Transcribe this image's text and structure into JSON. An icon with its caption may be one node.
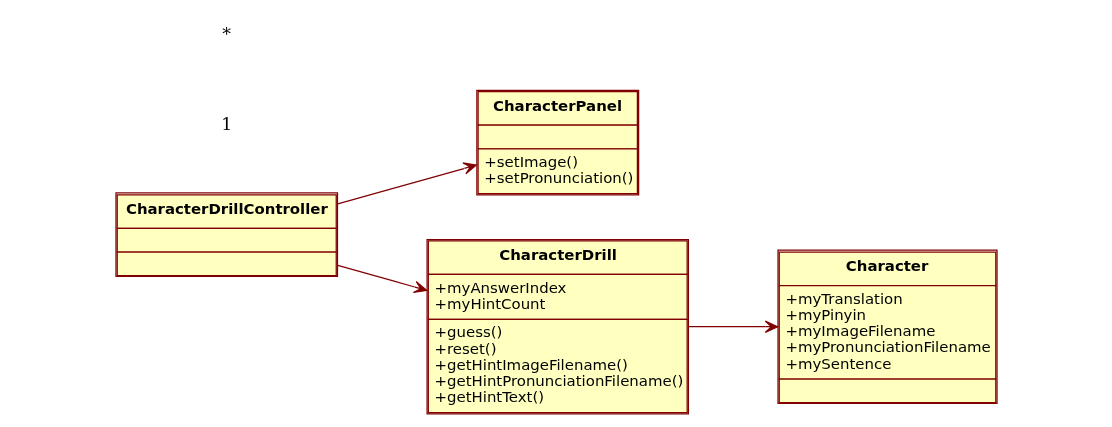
{
  "diagram": {
    "nodes": [
      {
        "text": [
          "CharacterDrillController"
        ]
      },
      {
        "text": [
          "CharacterPanel",
          "+setImage()",
          "+setPronunciation()"
        ]
      },
      {
        "text": [
          "CharacterDrill",
          "+myAnswerIndex",
          "+myHintCount",
          "+guess()",
          "+reset()",
          "+getHintImageFilename()",
          "+getHintPronunciationFilename()",
          "+getHintText()"
        ]
      },
      {
        "text": [
          "Character",
          "+myTranslation",
          "+myPinyin",
          "+myImageFilename",
          "+myPronunciationFilename",
          "+mySentence"
        ]
      }
    ],
    "edges": [
      {
        "from": 0,
        "to": 1,
        "arrow": "to"
      },
      {
        "from": 0,
        "to": 2,
        "arrow": "to"
      },
      {
        "from": 2,
        "to": 3,
        "arrow": "to"
      }
    ],
    "labels": [
      "1",
      "*"
    ]
  }
}
